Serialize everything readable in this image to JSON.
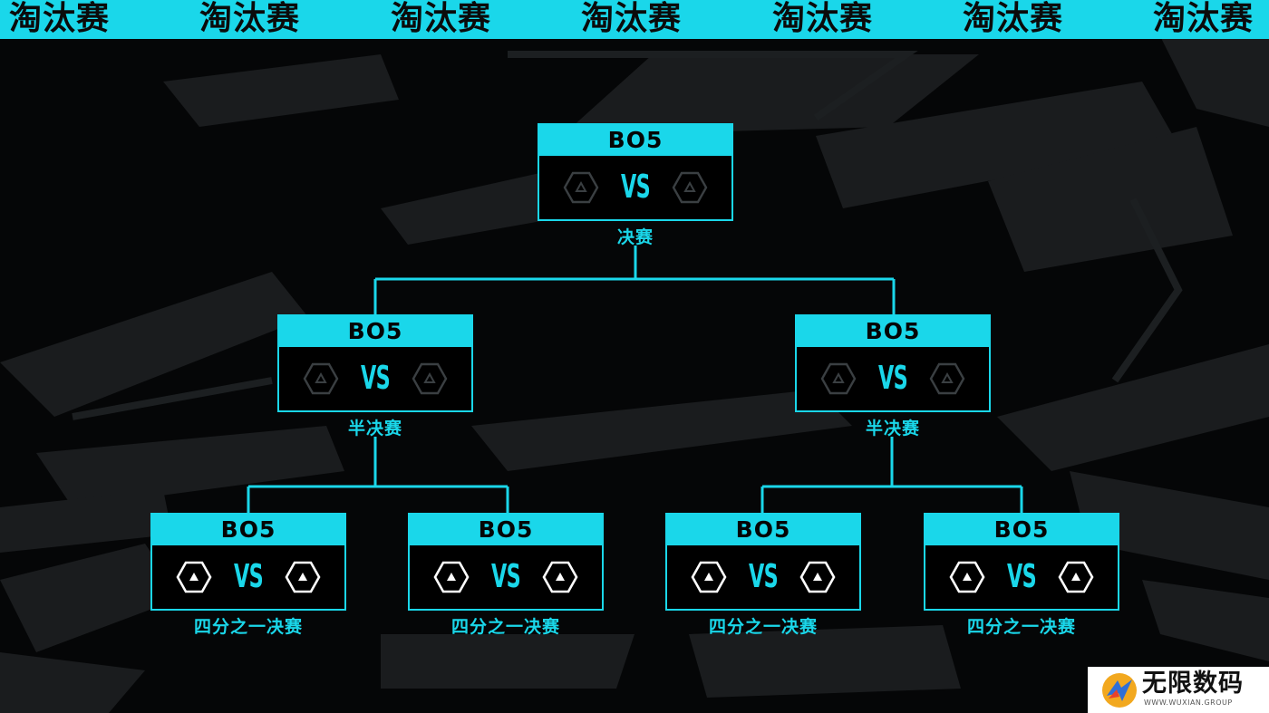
{
  "banner": {
    "words": [
      "淘汰赛",
      "淘汰赛",
      "淘汰赛",
      "淘汰赛",
      "淘汰赛",
      "淘汰赛",
      "淘汰赛"
    ]
  },
  "bracket": {
    "final": {
      "format": "BO5",
      "vs": "VS",
      "label": "决赛"
    },
    "semis": [
      {
        "format": "BO5",
        "vs": "VS",
        "label": "半决赛"
      },
      {
        "format": "BO5",
        "vs": "VS",
        "label": "半决赛"
      }
    ],
    "quarters": [
      {
        "format": "BO5",
        "vs": "VS",
        "label": "四分之一决赛"
      },
      {
        "format": "BO5",
        "vs": "VS",
        "label": "四分之一决赛"
      },
      {
        "format": "BO5",
        "vs": "VS",
        "label": "四分之一决赛"
      },
      {
        "format": "BO5",
        "vs": "VS",
        "label": "四分之一决赛"
      }
    ]
  },
  "logo": {
    "name": "无限数码",
    "subtitle": "WWW.WUXIAN.GROUP"
  },
  "colors": {
    "accent": "#1ad7ea",
    "background": "#050607",
    "placeholder_dim": "#3a3f42",
    "placeholder_bright": "#ffffff"
  },
  "icons": {
    "team_slot": "hexagon-placeholder-icon",
    "logo": "wuxian-logo-icon"
  }
}
